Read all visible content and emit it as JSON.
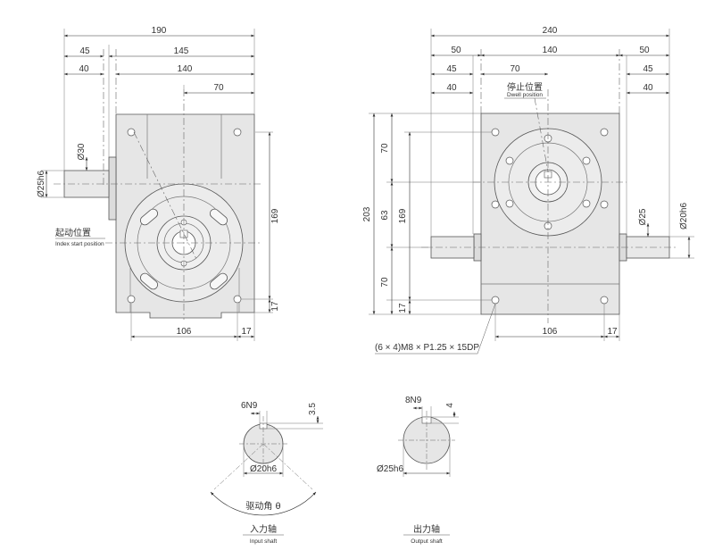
{
  "left_view": {
    "dims_top": [
      "190",
      "45",
      "145",
      "40",
      "140",
      "70"
    ],
    "dim_shaft_dia": "Ø25h6",
    "dim_bore_dia": "Ø30",
    "dim_height": "169",
    "dim_17_right": "17",
    "dim_bottom_106": "106",
    "dim_bottom_17": "17",
    "label_index_cn": "起动位置",
    "label_index_en": "Index start position"
  },
  "right_view": {
    "dims_top": [
      "240",
      "50",
      "140",
      "50",
      "45",
      "70",
      "45",
      "40",
      "40"
    ],
    "dims_left": [
      "203",
      "70",
      "63",
      "169",
      "70",
      "17"
    ],
    "dim_output_dia": "Ø20h6",
    "dim_shaft_small": "Ø25",
    "dim_bottom_106": "106",
    "dim_bottom_17": "17",
    "label_dwell_cn": "停止位置",
    "label_dwell_en": "Dwell position",
    "hole_callout": "(6 × 4)M8 × P1.25 × 15DP"
  },
  "input_shaft": {
    "key_width": "6N9",
    "key_depth": "3.5",
    "diameter": "Ø20h6",
    "angle_label": "驱动角 θ",
    "title_cn": "入力轴",
    "title_en": "Input shaft"
  },
  "output_shaft": {
    "key_width": "8N9",
    "key_depth": "4",
    "diameter": "Ø25h6",
    "title_cn": "出力轴",
    "title_en": "Output shaft"
  }
}
